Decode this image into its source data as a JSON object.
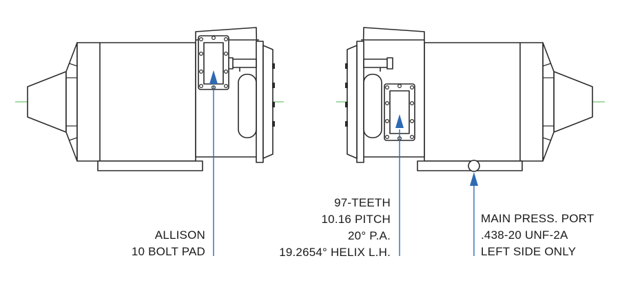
{
  "colors": {
    "outline": "#2a2a2a",
    "fill": "#ffffff",
    "centerline": "#6fc26f",
    "leader": "#2f6ab3",
    "text": "#1a1a1a"
  },
  "callouts": {
    "allison_pad": [
      "ALLISON",
      "10 BOLT PAD"
    ],
    "gear_spec": [
      "97-TEETH",
      "10.16 PITCH",
      "20° P.A.",
      "19.2654° HELIX L.H."
    ],
    "press_port": [
      "MAIN PRESS. PORT",
      ".438-20 UNF-2A",
      "LEFT SIDE ONLY"
    ]
  }
}
